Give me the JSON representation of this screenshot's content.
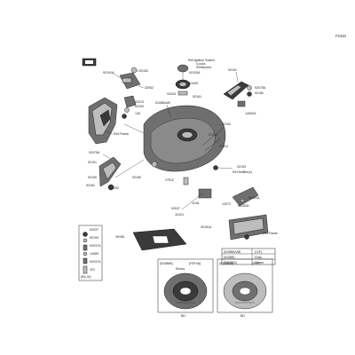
{
  "figure_code": "F2410",
  "labels": {
    "92152_top": "92152",
    "92191_a": "92191A",
    "32052": "32052",
    "92075": "92075",
    "92200": "92200",
    "130": "130",
    "refframe_left": "Ref.Frame",
    "92075a": "92075A",
    "92151_left": "92151",
    "92150_left": "92150",
    "92161": "92161",
    "14092_left": "14092",
    "92160_mid": "92160",
    "27012_mid": "27012",
    "51088": "51088/A/B",
    "92043": "92043",
    "92161_top": "92161",
    "51049": "51049",
    "92153a": "92153A",
    "ign1": "Ref.Ignition Switch",
    "ign2": "/Locks",
    "ign3": "/Reflectors",
    "92151_right": "92151",
    "92075a_right": "92075A",
    "92160_right": "92160",
    "14092a": "14092A",
    "92152_right": "92152",
    "27012_right": "27012",
    "27012_r2": "27012",
    "92153": "92153",
    "muffler": "Ref.Muffler(s)",
    "92151a": "92151A",
    "92152a": "92152A",
    "13272": "13272",
    "92037": "92037",
    "11024": "11024",
    "110a": "110A",
    "92161a": "92161A",
    "refframe_right": "Ref.Frame",
    "39156": "39156",
    "k_92037": "92037",
    "k_92193": "92193",
    "k_92037a": "92037A",
    "k_14089": "14089",
    "k_92037b": "92037A",
    "k_1f2": "1F2",
    "k_foot": "(B4,J4)",
    "legend_h1": "(51088/A/B)",
    "legend_h2": "(C/F)",
    "legend_r1_1": "(51088)",
    "legend_r1_2": "Gray",
    "legend_r2_1": "(51088A)",
    "legend_r2_2": "Green",
    "left_box1": "(51088B)",
    "left_box2": "(F0F4A)",
    "left_box3": "Ebony",
    "right_box1": "(51088/A)",
    "right_box2": "(F0F)",
    "fig_no_l": "BD",
    "fig_no_r": "BD"
  },
  "icons": [
    "hand-pointer-icon"
  ]
}
